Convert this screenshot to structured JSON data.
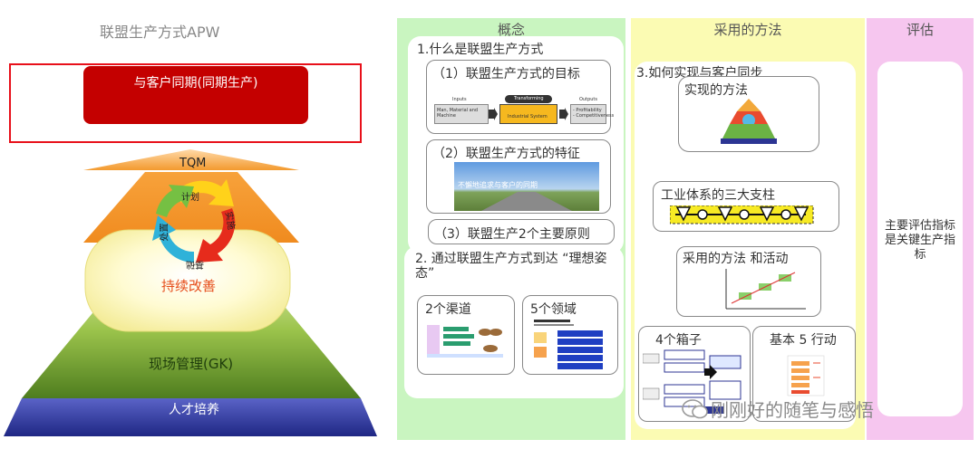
{
  "left": {
    "title": "联盟生产方式APW",
    "top_block": "与客户同期(同期生产)",
    "tqm": "TQM",
    "cycle": [
      "计划",
      "实施",
      "基础",
      "处置"
    ],
    "continuous": "持续改善",
    "gk": "现场管理(GK)",
    "talent": "人才培养"
  },
  "concept": {
    "header": "概念",
    "q1": "1.什么是联盟生产方式",
    "goal_title": "（1）联盟生产方式的目标",
    "goal_inputs": "Inputs",
    "goal_transforming": "Transforming",
    "goal_outputs": "Outputs",
    "goal_input_items": "Man, Material and Machine",
    "goal_system": "Industrial System",
    "goal_output_items": "- Profitability\n- Competitiveness",
    "feature_title": "（2）联盟生产方式的特征",
    "feature_caption": "不懈地追求与客户的同期",
    "principle_title": "（3）联盟生产2个主要原则",
    "q2": "2. 通过联盟生产方式到达 “理想姿态”",
    "channels": "2个渠道",
    "domains": "5个领域"
  },
  "method": {
    "header": "采用的方法",
    "q3": "3.如何实现与客户同步",
    "how_title": "实现的方法",
    "pillars_title": "工业体系的三大支柱",
    "activities_title": "采用的方法 和活动",
    "boxes_title": "4个箱子",
    "actions_title": "基本 5 行动"
  },
  "evaluation": {
    "header": "评估",
    "text": "主要评估指标是关键生产指标"
  },
  "watermark": "刚刚好的随笔与感悟",
  "colors": {
    "red": "#c40000",
    "orange": "#f7a33a",
    "green": "#77a83a",
    "navy": "#2c3593",
    "concept_bg": "#c9f5c0",
    "method_bg": "#fbfbb3",
    "eval_bg": "#f6c6ef"
  }
}
